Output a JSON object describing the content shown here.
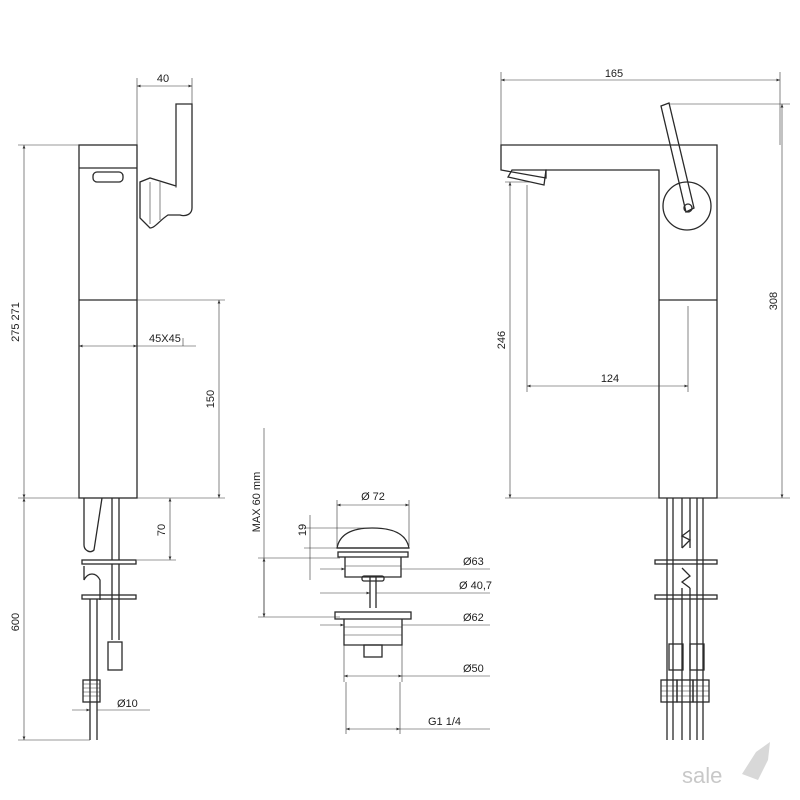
{
  "dimensions": {
    "side_top_width": "40",
    "side_total_height": "275 271",
    "side_section": "45X45",
    "side_lower_height": "150",
    "side_shank_length": "70",
    "side_hose_length": "600",
    "side_hose_diameter": "Ø10",
    "front_width": "165",
    "front_total_height": "308",
    "front_spout_height": "246",
    "front_spout_reach": "124",
    "waste_max": "MAX 60 mm",
    "waste_cap_diameter": "Ø 72",
    "waste_cap_height": "19",
    "waste_d63": "Ø63",
    "waste_d40": "Ø 40,7",
    "waste_d62": "Ø62",
    "waste_d50": "Ø50",
    "waste_thread": "G1 1/4"
  },
  "watermark": {
    "text": "sale"
  }
}
